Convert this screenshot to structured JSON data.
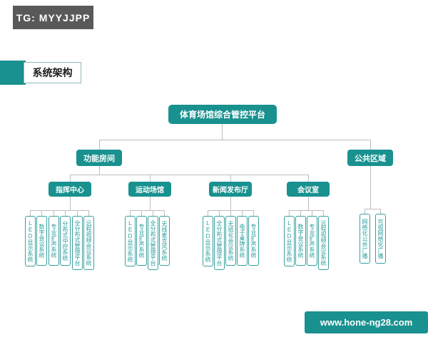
{
  "header": {
    "tg_label": "TG: MYYJJPP"
  },
  "slide_title": {
    "text": "系统架构"
  },
  "tree": {
    "root": "体育场馆综合管控平台",
    "branches": [
      {
        "label": "功能房间",
        "children": [
          {
            "label": "指挥中心",
            "leaves": [
              "LED显示系统",
              "数字会议系统",
              "专业扩声系统",
              "分布式中控系统",
              "全分布式管理平台",
              "远程视频会议系统"
            ]
          },
          {
            "label": "运动场馆",
            "leaves": [
              "LED显示系统",
              "专业扩声系统",
              "全分布式管理平台",
              "无线麦克风系统"
            ]
          },
          {
            "label": "新闻发布厅",
            "leaves": [
              "LED显示系统",
              "全分布式管理平台",
              "无纸化会议系统",
              "电子桌牌系统",
              "专业扩声系统"
            ]
          },
          {
            "label": "会议室",
            "leaves": [
              "LED显示系统",
              "数字会议系统",
              "专业扩声系统",
              "远程视频会议系统"
            ]
          }
        ]
      },
      {
        "label": "公共区域",
        "leaves": [
          "网络化公共广播",
          "可视网络化广播"
        ]
      }
    ]
  },
  "watermark": {
    "text": "www.hone-ng28.com"
  },
  "colors": {
    "node_teal": "#18918f",
    "leaf_teal": "#2b9e9c",
    "badge_gray": "#595959",
    "connector_gray": "#bdbdbd",
    "background": "#ffffff"
  }
}
